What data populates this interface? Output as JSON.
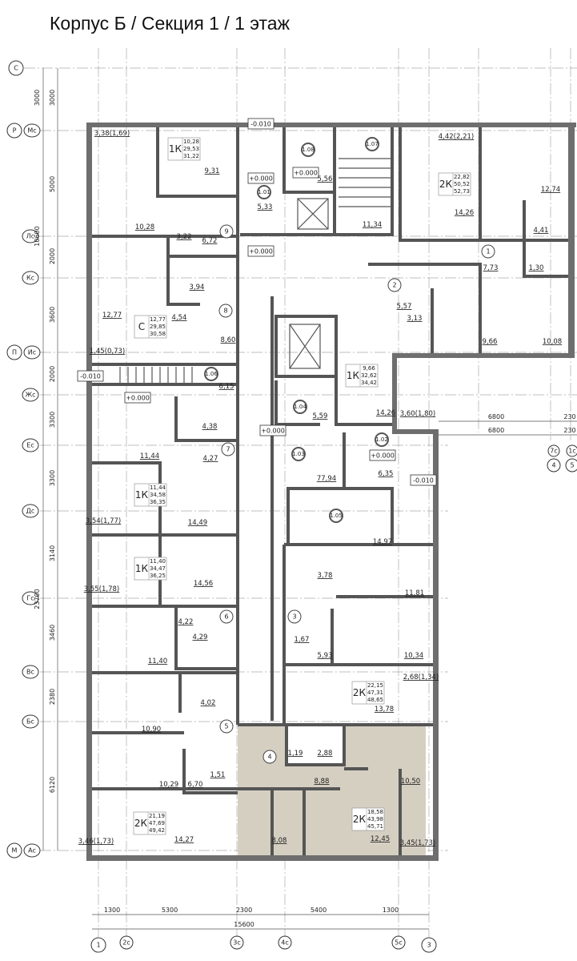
{
  "title": "Корпус Б / Секция 1 / 1 этаж",
  "colors": {
    "highlight": "#d5cfc2",
    "wall": "#6e6e6e"
  },
  "axes_left": [
    "С",
    "Р",
    "Мс",
    "Лс",
    "Кс",
    "П",
    "Ис",
    "Жс",
    "Ес",
    "Дс",
    "Гс",
    "Вс",
    "Бс",
    "М",
    "Ас"
  ],
  "axes_bottom": [
    "1",
    "2с",
    "3с",
    "4с",
    "5с",
    "3"
  ],
  "axes_right": [
    "7с",
    "1с",
    "4",
    "5"
  ],
  "dims_left": [
    "3000",
    "3000",
    "5000",
    "10600",
    "2000",
    "3600",
    "2000",
    "3300",
    "3300",
    "3140",
    "23700",
    "3460",
    "2380",
    "6120"
  ],
  "dims_bottom": [
    "1300",
    "5300",
    "2300",
    "5400",
    "1300",
    "15600"
  ],
  "dims_right": [
    "6800",
    "6800",
    "230",
    "230"
  ],
  "levels": [
    "-0.010",
    "+0.000",
    "+0.000",
    "+0.000",
    "+0.000",
    "-0.010",
    "+0.000",
    "+0.000",
    "-0.010"
  ],
  "rooms_mop": [
    "1.01",
    "1.08",
    "1.07",
    "1.06",
    "1.04",
    "1.03",
    "1.02",
    "1.05"
  ],
  "apartment_numbers": [
    "9",
    "8",
    "1",
    "2",
    "7",
    "3",
    "6",
    "5",
    "4"
  ],
  "apartments": [
    {
      "type": "1К",
      "living": "10,28",
      "total": "29,53",
      "total_b": "31,22"
    },
    {
      "type": "2К",
      "living": "22,82",
      "total": "50,52",
      "total_b": "52,73"
    },
    {
      "type": "С",
      "living": "12,77",
      "total": "29,85",
      "total_b": "30,58"
    },
    {
      "type": "1К",
      "living": "9,66",
      "total": "32,62",
      "total_b": "34,42"
    },
    {
      "type": "1К",
      "living": "11,44",
      "total": "34,58",
      "total_b": "36,35"
    },
    {
      "type": "1К",
      "living": "11,40",
      "total": "34,47",
      "total_b": "36,25"
    },
    {
      "type": "2К",
      "living": "22,15",
      "total": "47,31",
      "total_b": "48,65"
    },
    {
      "type": "2К",
      "living": "21,19",
      "total": "47,69",
      "total_b": "49,42"
    },
    {
      "type": "2К",
      "living": "18,58",
      "total": "43,98",
      "total_b": "45,71"
    }
  ],
  "areas": [
    "3,38(1,69)",
    "9,31",
    "10,28",
    "3,22",
    "6,72",
    "5,33",
    "5,56",
    "11,34",
    "4,42(2,21)",
    "14,26",
    "12,74",
    "4,41",
    "7,73",
    "1,30",
    "5,57",
    "3,13",
    "9,66",
    "10,08",
    "14,26",
    "3,60(1,80)",
    "5,59",
    "6,15",
    "3,94",
    "4,54",
    "8,60",
    "12,77",
    "1,45(0,73)",
    "4,38",
    "11,44",
    "4,27",
    "77,94",
    "6,35",
    "14,97",
    "14,49",
    "3,54(1,77)",
    "14,56",
    "3,55(1,78)",
    "3,78",
    "11,81",
    "1,67",
    "5,93",
    "10,34",
    "4,22",
    "4,29",
    "11,40",
    "4,02",
    "10,90",
    "2,68(1,34)",
    "13,78",
    "1,19",
    "2,88",
    "8,88",
    "10,50",
    "1,51",
    "6,70",
    "10,29",
    "14,27",
    "3,46(1,73)",
    "8,08",
    "12,45",
    "3,45(1,73)"
  ]
}
